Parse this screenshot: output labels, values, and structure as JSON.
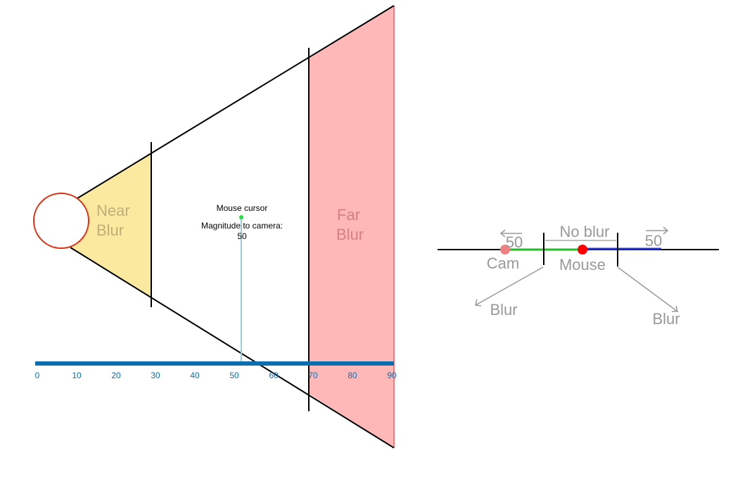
{
  "left_diagram": {
    "near_label_1": "Near",
    "near_label_2": "Blur",
    "far_label_1": "Far",
    "far_label_2": "Blur",
    "cursor_title": "Mouse cursor",
    "cursor_caption": "Magnitude to camera:",
    "cursor_value": "50",
    "ruler_ticks": [
      "0",
      "10",
      "20",
      "30",
      "40",
      "50",
      "60",
      "70",
      "80",
      "90"
    ],
    "ruler_current_value": 50,
    "near_plane_value": 29,
    "far_plane_value": 69,
    "colors": {
      "near_fill": "#fbe9a0",
      "far_fill": "#ffb8b8",
      "far_edge": "#f08080",
      "camera_circle": "#e03010",
      "ruler": "#0a6fb0",
      "cursor_line": "#9ecbdc",
      "cursor_dot": "#22dd44"
    }
  },
  "right_diagram": {
    "no_blur_label": "No blur",
    "left_value": "50",
    "right_value": "50",
    "cam_label": "Cam",
    "mouse_label": "Mouse",
    "blur_left_label": "Blur",
    "blur_right_label": "Blur",
    "colors": {
      "cam_dot": "#f08080",
      "mouse_dot": "#ff0000",
      "green_segment": "#22bb22",
      "blue_segment": "#2233cc",
      "gray_text": "#999999"
    }
  }
}
